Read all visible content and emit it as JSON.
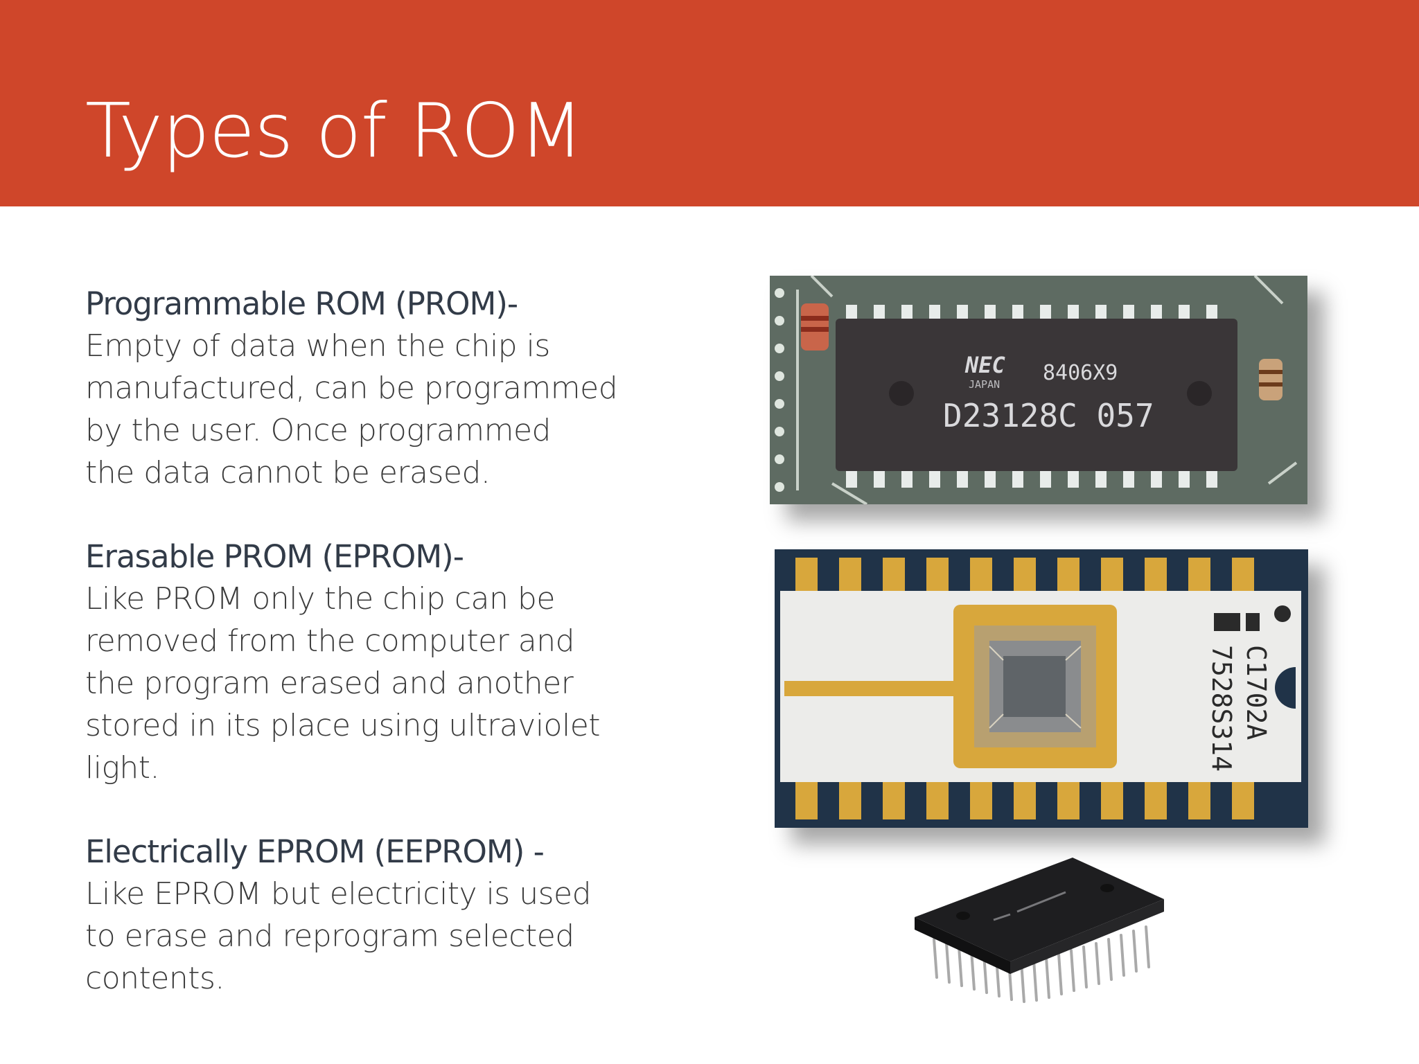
{
  "slide": {
    "title": "Types of ROM"
  },
  "sections": [
    {
      "heading": "Programmable ROM (PROM)-",
      "body": "Empty of data when the chip is\nmanufactured, can be programmed\nby the user.  Once programmed\nthe data cannot be erased."
    },
    {
      "heading": "Erasable PROM (EPROM)-",
      "body": "Like PROM only the chip can be\nremoved from the computer and\nthe program erased and another\nstored in its place using ultraviolet\nlight."
    },
    {
      "heading": "Electrically EPROM (EEPROM) -",
      "body": "Like EPROM but electricity is used\nto erase and reprogram selected\ncontents."
    }
  ],
  "chips": {
    "prom": {
      "brand": "NEC",
      "country": "JAPAN",
      "lot": "8406X9",
      "part": "D23128C 057"
    },
    "eprom": {
      "part": "C1702A",
      "lot": "7528S314"
    }
  },
  "colors": {
    "banner": "#cf462a",
    "heading": "#323b48",
    "body": "#3b3b3b"
  }
}
